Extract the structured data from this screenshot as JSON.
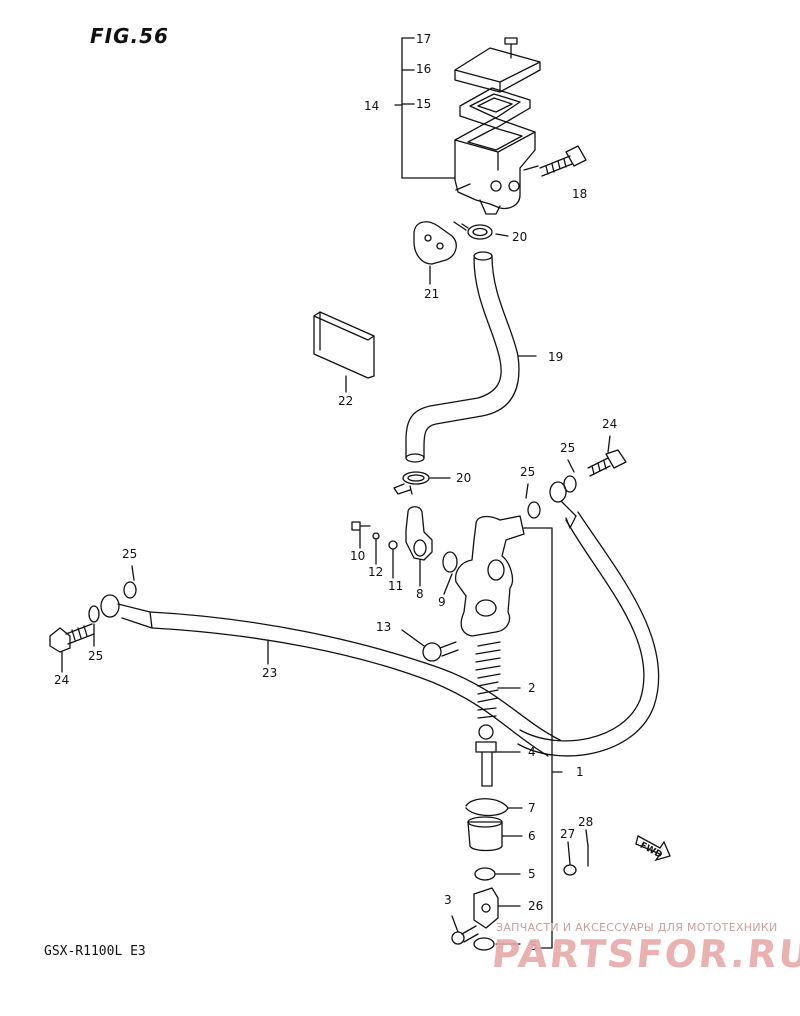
{
  "figure": {
    "title": "FIG.56",
    "model": "GSX-R1100L  E3"
  },
  "watermark": {
    "tagline": "ЗАПЧАСТИ И АКСЕССУАРЫ ДЛЯ МОТОТЕХНИКИ",
    "brand": "PARTSFOR.RU",
    "color": "#e8a9a9"
  },
  "fwd_label": "FWD",
  "callouts": [
    "17",
    "16",
    "15",
    "14",
    "18",
    "20",
    "21",
    "19",
    "22",
    "20",
    "24",
    "25",
    "25",
    "10",
    "12",
    "11",
    "8",
    "9",
    "25",
    "25",
    "24",
    "13",
    "23",
    "2",
    "4",
    "1",
    "7",
    "6",
    "27",
    "28",
    "5",
    "26",
    "3",
    "5"
  ]
}
